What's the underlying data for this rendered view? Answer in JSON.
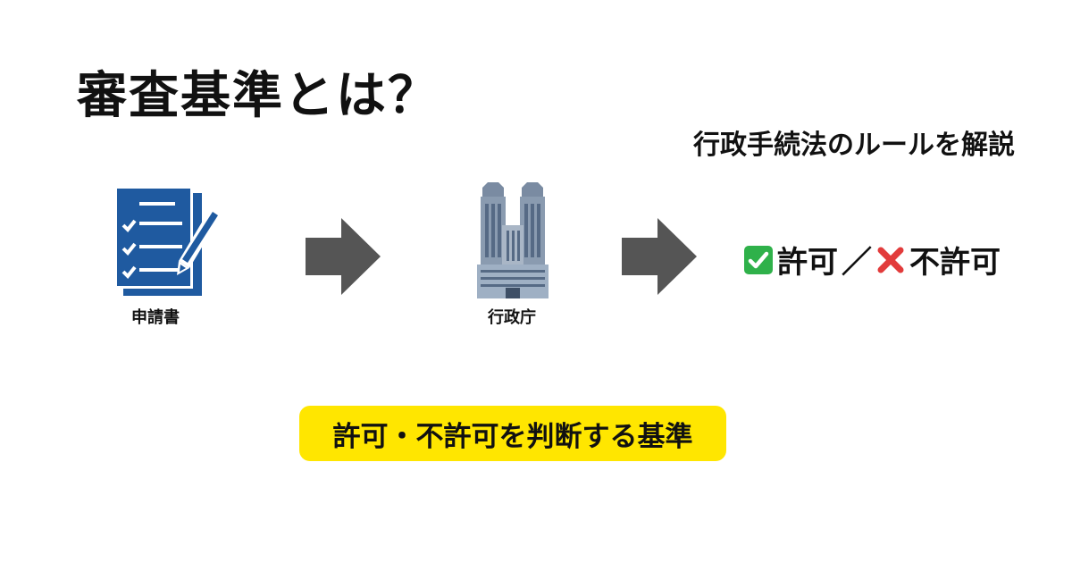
{
  "title": "審査基準とは？",
  "subtitle": "行政手続法のルールを解説",
  "flow": [
    {
      "label": "申請書",
      "icon": "document-pen-icon"
    },
    {
      "label": "行政庁",
      "icon": "government-building-icon"
    }
  ],
  "result": {
    "allow_icon": "check-mark-icon",
    "allow_label": "許可",
    "separator": "／",
    "deny_icon": "cross-mark-icon",
    "deny_label": "不許可"
  },
  "banner": "許可・不許可を判断する基準",
  "colors": {
    "document_blue": "#1f5aa0",
    "arrow_gray": "#555555",
    "banner_yellow": "#ffe600",
    "check_green": "#2fb14a",
    "cross_red": "#e23b3b"
  }
}
